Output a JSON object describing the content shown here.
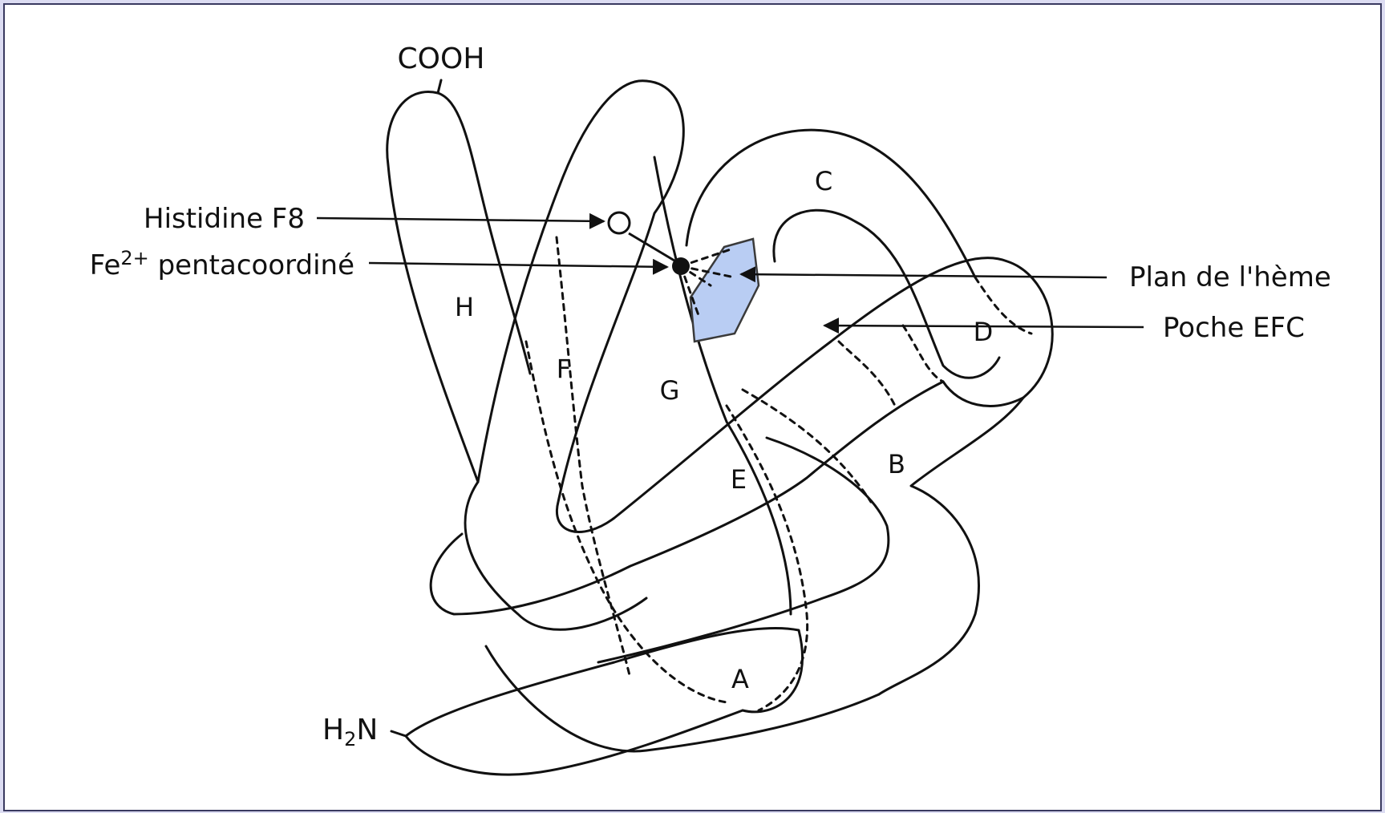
{
  "terminals": {
    "c_terminal": "COOH",
    "n_terminal_h": "H",
    "n_terminal_sub": "2",
    "n_terminal_n": "N"
  },
  "helices": {
    "A": "A",
    "B": "B",
    "C": "C",
    "D": "D",
    "E": "E",
    "F": "F",
    "G": "G",
    "H": "H"
  },
  "annotations": {
    "histidine": "Histidine F8",
    "fe_prefix": "Fe",
    "fe_charge": "2+",
    "fe_suffix": " pentacoordiné",
    "heme_plane": "Plan de l'hème",
    "pocket": "Poche EFC"
  },
  "colors": {
    "heme_fill": "#b9cdf3",
    "heme_stroke": "#3a3a3a",
    "frame_border": "#3a3a60",
    "outer_bg": "#dcdcf2"
  }
}
